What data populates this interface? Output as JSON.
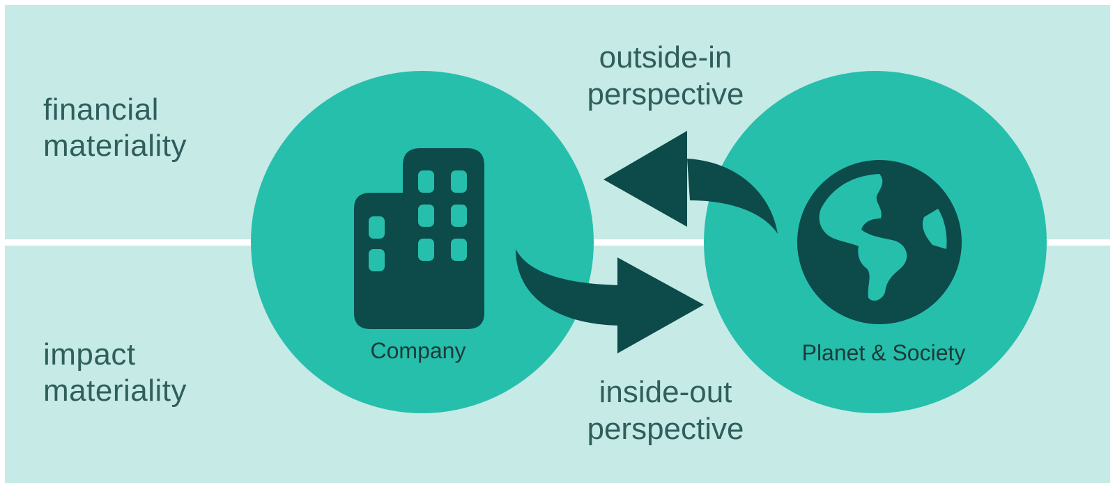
{
  "rows": {
    "top_label": "financial\nmateriality",
    "bottom_label": "impact\nmateriality"
  },
  "arrows": {
    "top_label": "outside-in\nperspective",
    "bottom_label": "inside-out\nperspective"
  },
  "nodes": {
    "company": {
      "label": "Company",
      "icon": "building-icon"
    },
    "planet": {
      "label": "Planet & Society",
      "icon": "globe-icon"
    }
  },
  "colors": {
    "band": "#c6eae6",
    "circle": "#26bfac",
    "dark": "#0d4a4a",
    "text": "#2f5f5d"
  }
}
